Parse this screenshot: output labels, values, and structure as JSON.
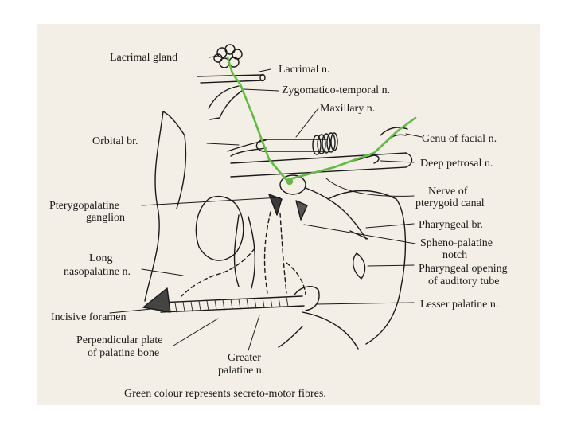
{
  "labels": {
    "lacrimal_gland": "Lacrimal gland",
    "lacrimal_n": "Lacrimal n.",
    "zygomatico_temporal_n": "Zygomatico-temporal n.",
    "maxillary_n": "Maxillary n.",
    "orbital_br": "Orbital br.",
    "genu_of_facial_n": "Genu of facial n.",
    "deep_petrosal_n": "Deep petrosal n.",
    "nerve_of_pterygoid_canal_1": "Nerve of",
    "nerve_of_pterygoid_canal_2": "pterygoid canal",
    "pterygopalatine_ganglion_1": "Pterygopalatine",
    "pterygopalatine_ganglion_2": "ganglion",
    "pharyngeal_br": "Pharyngeal br.",
    "spheno_palatine_notch_1": "Spheno-palatine",
    "spheno_palatine_notch_2": "notch",
    "long_nasopalatine_n_1": "Long",
    "long_nasopalatine_n_2": "nasopalatine n.",
    "pharyngeal_opening_1": "Pharyngeal opening",
    "pharyngeal_opening_2": "of auditory tube",
    "incisive_foramen": "Incisive foramen",
    "lesser_palatine_n": "Lesser palatine n.",
    "perpendicular_plate_1": "Perpendicular plate",
    "perpendicular_plate_2": "of palatine bone",
    "greater_palatine_n_1": "Greater",
    "greater_palatine_n_2": "palatine n."
  },
  "caption": "Green colour represents secreto-motor fibres.",
  "colors": {
    "secretomotor_fibres": "#5fbf3a",
    "line_art": "#1a1a1a",
    "paper": "#f3efe6"
  }
}
